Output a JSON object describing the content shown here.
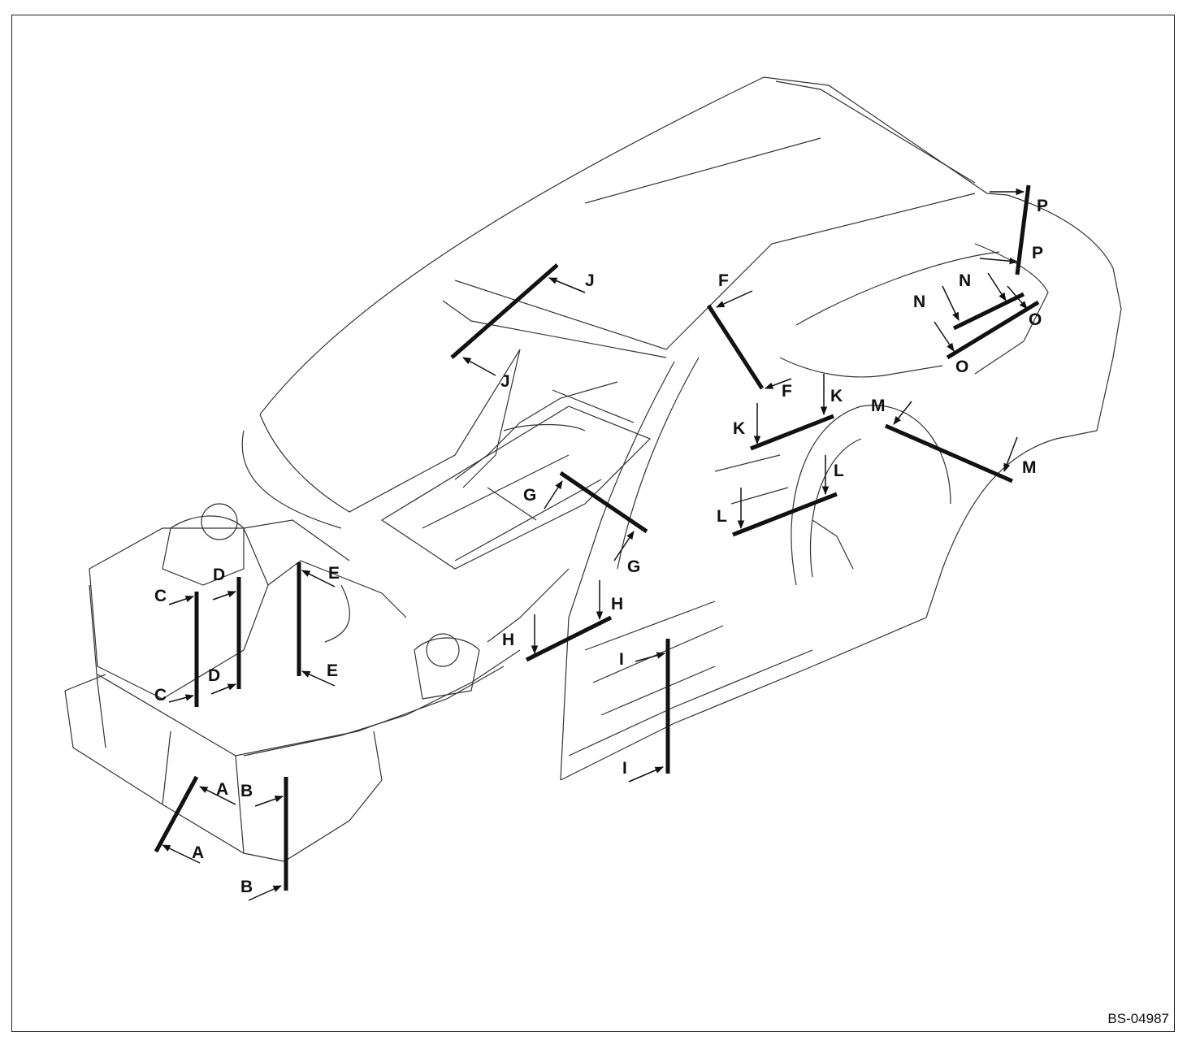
{
  "figure_code": "BS-04987",
  "section_labels": [
    {
      "id": "a1",
      "text": "A"
    },
    {
      "id": "a2",
      "text": "A"
    },
    {
      "id": "b1",
      "text": "B"
    },
    {
      "id": "b2",
      "text": "B"
    },
    {
      "id": "c1",
      "text": "C"
    },
    {
      "id": "c2",
      "text": "C"
    },
    {
      "id": "d1",
      "text": "D"
    },
    {
      "id": "d2",
      "text": "D"
    },
    {
      "id": "e1",
      "text": "E"
    },
    {
      "id": "e2",
      "text": "E"
    },
    {
      "id": "f1",
      "text": "F"
    },
    {
      "id": "f2",
      "text": "F"
    },
    {
      "id": "g1",
      "text": "G"
    },
    {
      "id": "g2",
      "text": "G"
    },
    {
      "id": "h1",
      "text": "H"
    },
    {
      "id": "h2",
      "text": "H"
    },
    {
      "id": "i1",
      "text": "I"
    },
    {
      "id": "i2",
      "text": "I"
    },
    {
      "id": "j1",
      "text": "J"
    },
    {
      "id": "j2",
      "text": "J"
    },
    {
      "id": "k1",
      "text": "K"
    },
    {
      "id": "k2",
      "text": "K"
    },
    {
      "id": "l1",
      "text": "L"
    },
    {
      "id": "l2",
      "text": "L"
    },
    {
      "id": "m1",
      "text": "M"
    },
    {
      "id": "m2",
      "text": "M"
    },
    {
      "id": "n1",
      "text": "N"
    },
    {
      "id": "n2",
      "text": "N"
    },
    {
      "id": "o1",
      "text": "O"
    },
    {
      "id": "o2",
      "text": "O"
    },
    {
      "id": "p1",
      "text": "P"
    },
    {
      "id": "p2",
      "text": "P"
    }
  ]
}
